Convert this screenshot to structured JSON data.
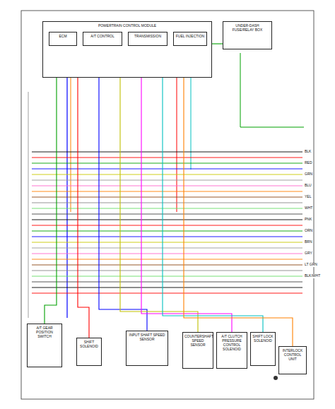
{
  "diagram": {
    "nodes": [
      {
        "text": [
          "POWERTRAIN CONTROL MODULE"
        ]
      },
      {
        "text": [
          "ECM"
        ],
        "in": 0
      },
      {
        "text": [
          "A/T CONTROL"
        ],
        "in": 0
      },
      {
        "text": [
          "TRANSMISSION"
        ],
        "in": 0
      },
      {
        "text": [
          "FUEL INJECTION"
        ],
        "in": 0
      },
      {
        "text": [
          "A/T GEAR POSITION SWITCH"
        ]
      },
      {
        "text": [
          "SHIFT SOLENOID"
        ]
      },
      {
        "text": [
          "INPUT SHAFT SPEED SENSOR"
        ]
      },
      {
        "text": [
          "COUNTERSHAFT SPEED SENSOR"
        ]
      },
      {
        "text": [
          "A/T CLUTCH PRESSURE CONTROL SOLENOID"
        ]
      },
      {
        "text": [
          "SHIFT LOCK SOLENOID"
        ]
      },
      {
        "text": [
          "INTERLOCK CONTROL UNIT"
        ]
      },
      {
        "text": [
          "UNDER-DASH FUSE/RELAY BOX"
        ]
      }
    ],
    "edges": [
      {
        "from": 0,
        "to": 5,
        "arrow": "none"
      },
      {
        "from": 0,
        "to": 6,
        "arrow": "none"
      },
      {
        "from": 0,
        "to": 7,
        "arrow": "none"
      },
      {
        "from": 0,
        "to": 8,
        "arrow": "none"
      },
      {
        "from": 0,
        "to": 9,
        "arrow": "none"
      },
      {
        "from": 0,
        "to": 10,
        "arrow": "none"
      },
      {
        "from": 0,
        "to": 11,
        "arrow": "none"
      },
      {
        "from": 12,
        "to": 0,
        "arrow": "none"
      }
    ],
    "labels": [
      "BLK",
      "RED",
      "GRN",
      "BLU",
      "YEL",
      "WHT",
      "PNK",
      "ORN",
      "BRN",
      "GRY",
      "LT GRN",
      "BLK/WHT"
    ]
  }
}
